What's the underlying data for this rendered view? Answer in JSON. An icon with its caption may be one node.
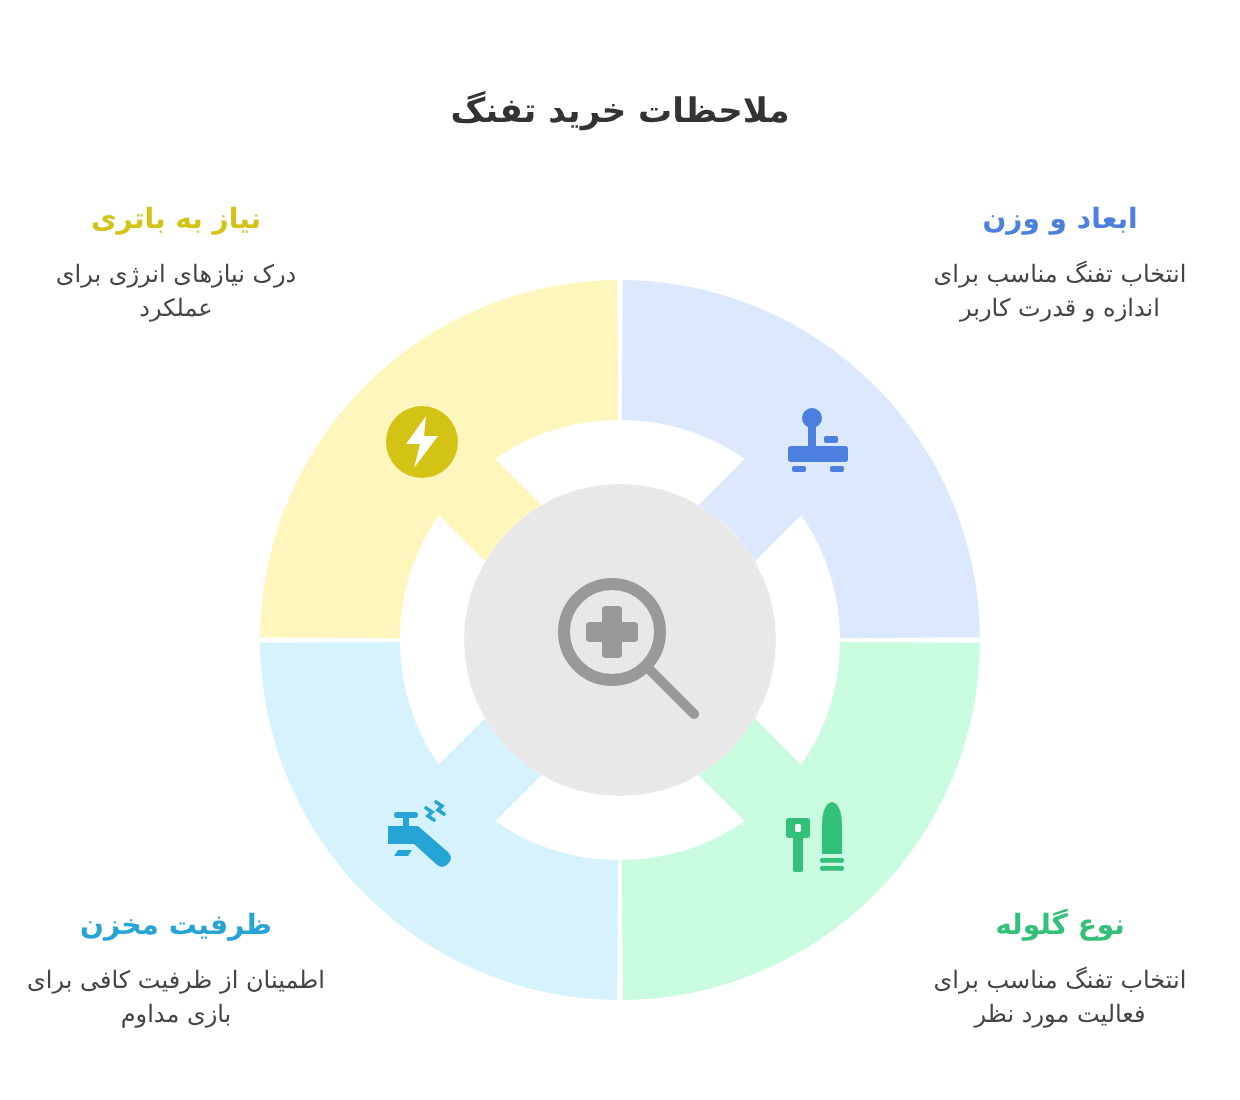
{
  "diagram": {
    "title": "ملاحظات خرید تفنگ",
    "nodes": [
      {
        "text": [
          "ابعاد و وزن",
          "انتخاب تفنگ مناسب برای اندازه و قدرت کاربر"
        ]
      },
      {
        "text": [
          "نیاز به باتری",
          "درک نیازهای انرژی برای عملکرد"
        ]
      },
      {
        "text": [],
        "shape": "circle"
      },
      {
        "text": [
          "نوع گلوله",
          "انتخاب تفنگ مناسب برای فعالیت مورد نظر"
        ]
      },
      {
        "text": [
          "ظرفیت مخزن",
          "اطمینان از ظرفیت کافی برای بازی مداوم"
        ]
      }
    ]
  }
}
